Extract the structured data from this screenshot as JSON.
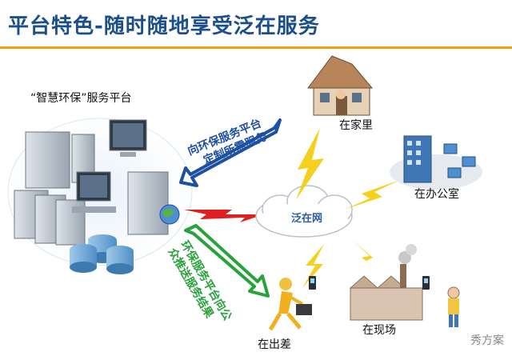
{
  "title": "平台特色-随时随地享受泛在服务",
  "platform": {
    "label": "“智慧环保”服务平台"
  },
  "center": {
    "label": "泛在网"
  },
  "arrows": {
    "to_platform_line1": "向环保服务平台",
    "to_platform_line2": "定制所需服务",
    "from_platform_line1": "环保服务平台向公",
    "from_platform_line2": "众推送服务结果"
  },
  "endpoints": {
    "home": "在家里",
    "office": "在办公室",
    "field": "在现场",
    "travel": "在出差"
  },
  "watermark": "秀方案",
  "colors": {
    "title": "#1a4f8c",
    "rule": "#f39c12",
    "blue_arrow": "#1e50a2",
    "green_arrow": "#27a33a",
    "lightning": "#f5d020",
    "red_bolt": "#e02020"
  }
}
